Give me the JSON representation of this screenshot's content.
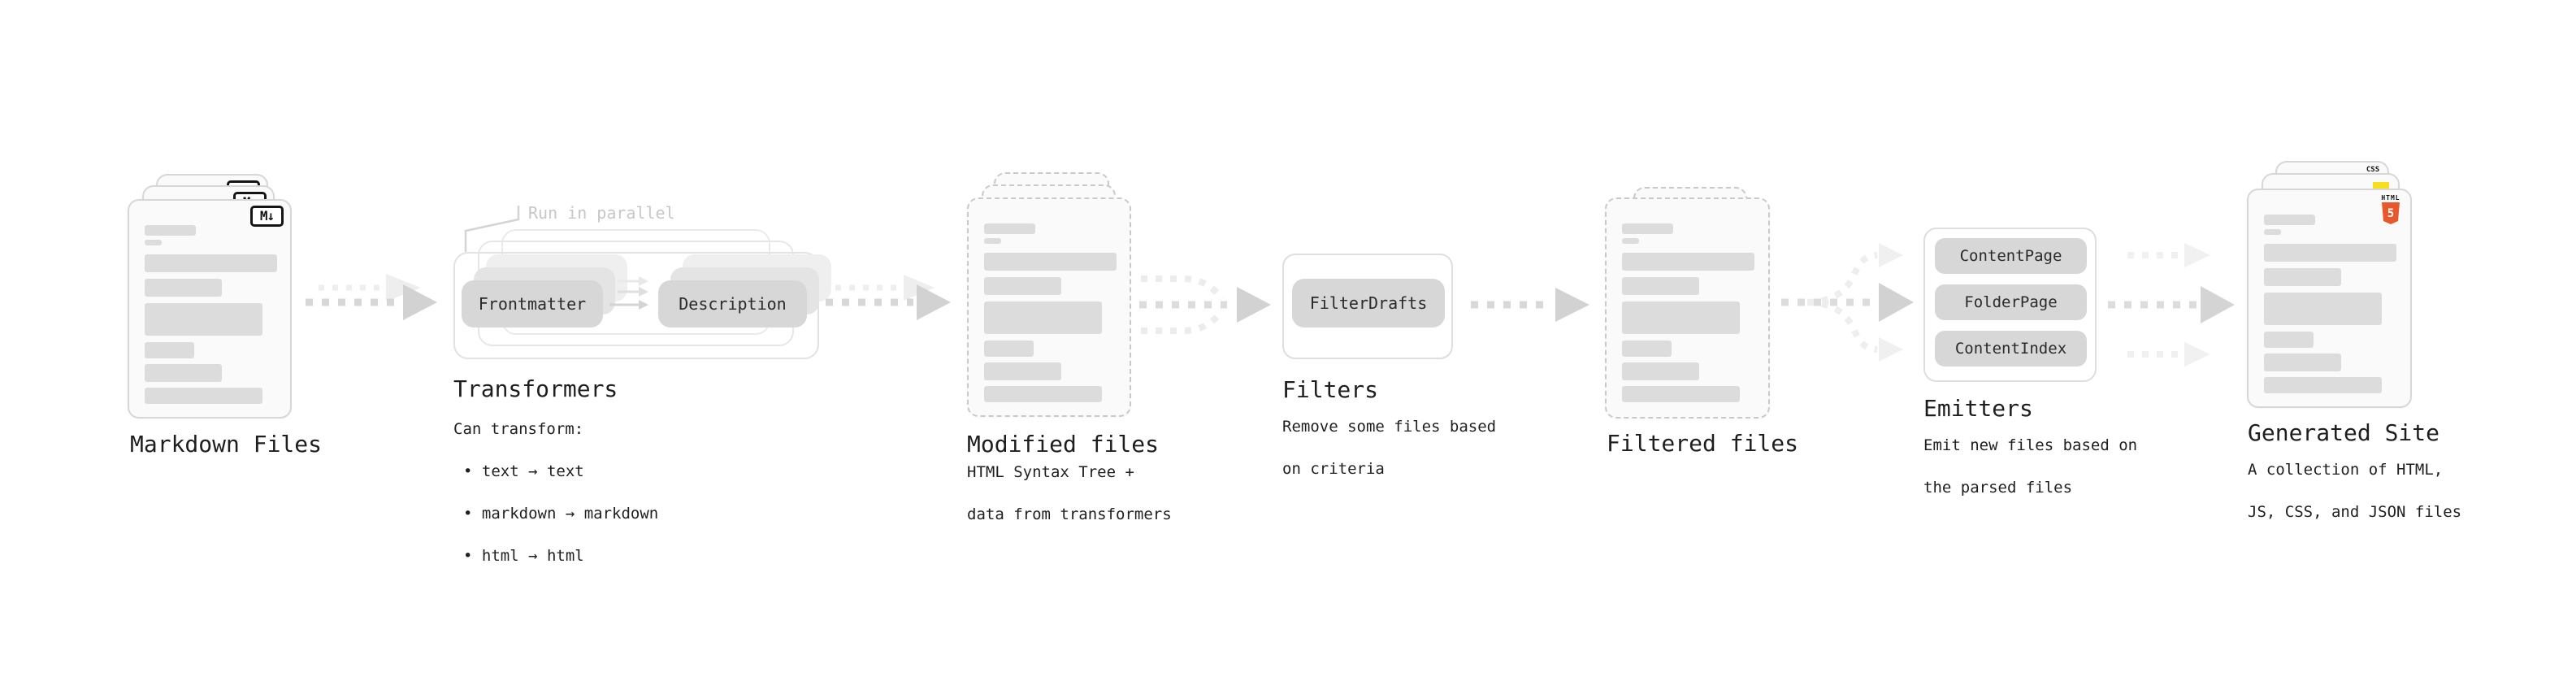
{
  "diagram": {
    "markdown_files": {
      "title": "Markdown Files",
      "badge": "M↓"
    },
    "transformers": {
      "title": "Transformers",
      "callout": "Run in parallel",
      "pill_frontmatter": "Frontmatter",
      "pill_description": "Description",
      "body_heading": "Can transform:",
      "bullets": [
        "• text → text",
        "• markdown → markdown",
        "• html → html"
      ]
    },
    "modified_files": {
      "title": "Modified files",
      "desc_line1": "HTML Syntax Tree +",
      "desc_line2": "data from transformers"
    },
    "filters": {
      "title": "Filters",
      "pill": "FilterDrafts",
      "desc_line1": "Remove some files based",
      "desc_line2": "on criteria"
    },
    "filtered_files": {
      "title": "Filtered files"
    },
    "emitters": {
      "title": "Emitters",
      "pills": [
        "ContentPage",
        "FolderPage",
        "ContentIndex"
      ],
      "desc_line1": "Emit new files based on",
      "desc_line2": "the parsed files"
    },
    "generated_site": {
      "title": "Generated Site",
      "desc_line1": "A collection of HTML,",
      "desc_line2": "JS, CSS, and JSON files",
      "css_badge": "CSS",
      "html_badge_label": "HTML",
      "html_badge_number": "5"
    }
  },
  "colors": {
    "html5_orange": "#e8582c",
    "js_yellow": "#f7df1e",
    "css_blue": "#2965f1"
  }
}
